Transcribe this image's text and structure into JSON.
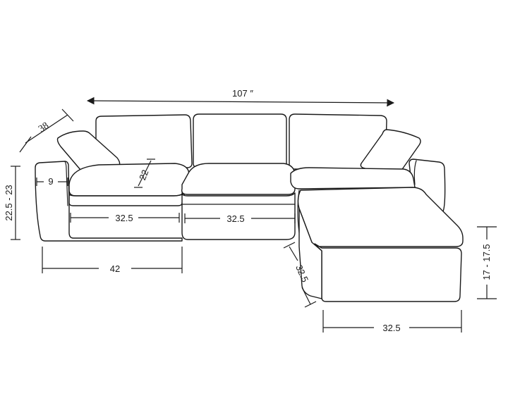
{
  "dimensions": {
    "total_width": "107 ″",
    "depth": "38",
    "arm_width": "9",
    "seat_depth": "22",
    "back_height": "22.5 - 23",
    "seat_width_left": "32.5",
    "seat_width_middle": "32.5",
    "corner_width": "42",
    "chaise_depth": "32.5",
    "chaise_width": "32.5",
    "ottoman_height": "17 - 17.5"
  }
}
